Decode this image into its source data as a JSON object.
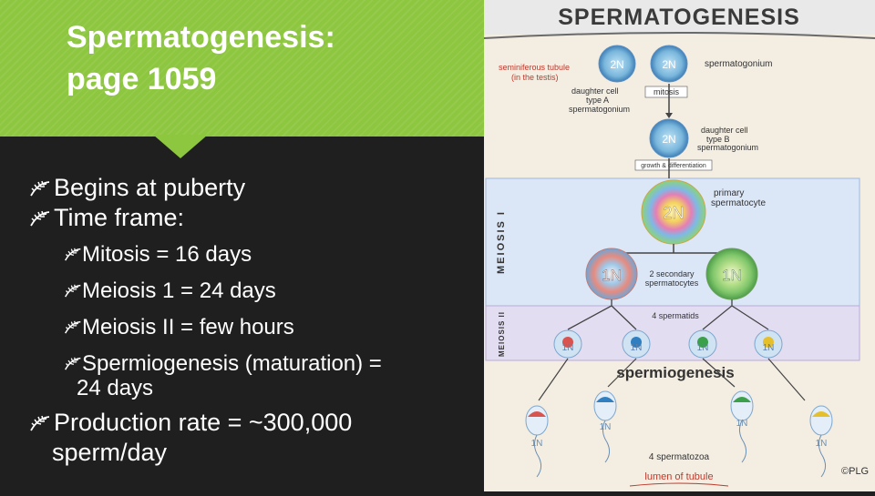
{
  "slide": {
    "title_line1": "Spermatogenesis:",
    "title_line2": "page 1059",
    "bullets": [
      {
        "level": 1,
        "text": "Begins at puberty"
      },
      {
        "level": 1,
        "text": "Time frame:"
      },
      {
        "level": 2,
        "text": "Mitosis = 16 days"
      },
      {
        "level": 2,
        "text": "Meiosis 1 = 24 days"
      },
      {
        "level": 2,
        "text": "Meiosis II = few hours"
      },
      {
        "level": 2,
        "text": "Spermiogenesis (maturation) =",
        "cont": "24 days"
      },
      {
        "level": 1,
        "text": "Production rate = ~300,000",
        "cont": "sperm/day"
      }
    ],
    "accent_color": "#8dc63f"
  },
  "figure": {
    "title": "SPERMATOGENESIS",
    "labels": {
      "seminiferous": "seminiferous tubule",
      "seminiferous2": "(in the testis)",
      "spermatogonium": "spermatogonium",
      "mitosis": "mitosis",
      "daughterA1": "daughter cell",
      "daughterA2": "type A",
      "daughterA3": "spermatogonium",
      "daughterB1": "daughter cell",
      "daughterB2": "type B",
      "daughterB3": "spermatogonium",
      "growth": "growth & differentiation",
      "primary1": "primary",
      "primary2": "spermatocyte",
      "secondary1": "2 secondary",
      "secondary2": "spermatocytes",
      "spermatids": "4 spermatids",
      "spermiogenesis": "spermiogenesis",
      "spermatozoa": "4 spermatozoa",
      "lumen": "lumen of tubule",
      "meiosis1": "MEIOSIS I",
      "meiosis2": "MEIOSIS II",
      "copyright": "©PLG"
    },
    "ploidy": {
      "diploid": "2N",
      "haploid": "1N"
    }
  }
}
